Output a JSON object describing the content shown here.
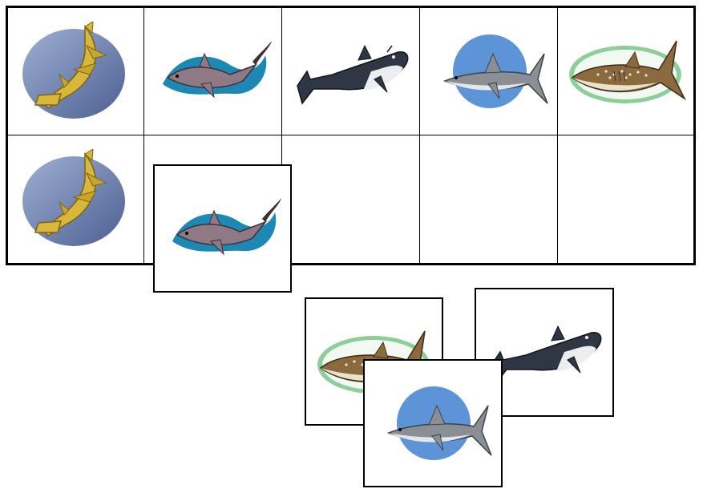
{
  "board": {
    "rows": 2,
    "cols": 5,
    "row1": [
      "hammerhead-shark",
      "thresher-shark",
      "mako-shark",
      "gray-reef-shark",
      "whale-shark"
    ],
    "row2": [
      "hammerhead-shark",
      "thresher-shark",
      "",
      "",
      ""
    ]
  },
  "cards": [
    {
      "shark": "thresher-shark",
      "state": "placed-in-row2-col2"
    },
    {
      "shark": "whale-shark",
      "state": "loose"
    },
    {
      "shark": "mako-shark",
      "state": "loose"
    },
    {
      "shark": "gray-reef-shark",
      "state": "loose"
    }
  ],
  "colors": {
    "hammerhead_bg": "#6f84b0",
    "hammerhead_body": "#d8b73a",
    "thresher_wave": "#1e88b4",
    "thresher_body": "#8e7984",
    "mako_body": "#2f3745",
    "reef_circle": "#5d93d7",
    "reef_body": "#8a8f95",
    "whale_ellipse": "#8ccf98",
    "whale_body": "#8a6a3e"
  }
}
